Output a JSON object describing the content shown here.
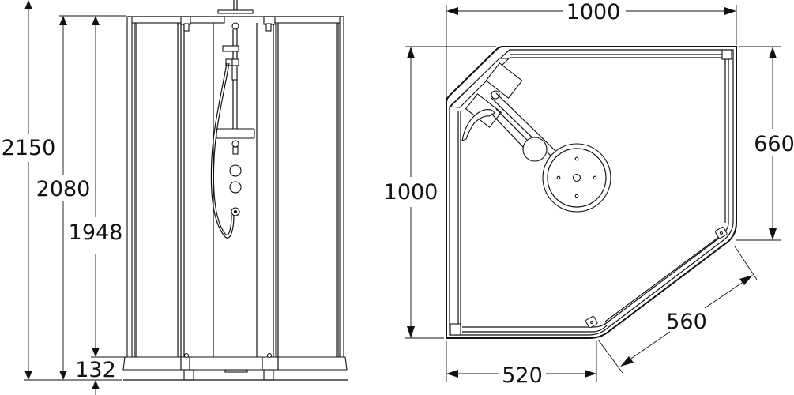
{
  "drawing": {
    "title": "Shower cabin dimensional drawing",
    "stroke_color": "#111111",
    "background": "#ffffff"
  },
  "front_view": {
    "dimensions": {
      "total_height": "2150",
      "cabin_height": "2080",
      "door_height": "1948",
      "tray_height": "132"
    }
  },
  "top_view": {
    "dimensions": {
      "width": "1000",
      "depth": "1000",
      "right_side": "660",
      "diagonal_door": "560",
      "front_side": "520"
    }
  }
}
